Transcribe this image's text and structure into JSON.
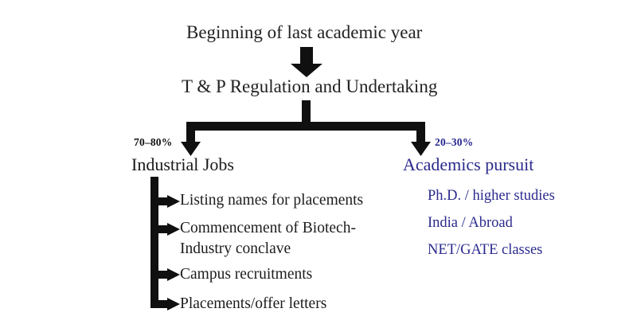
{
  "diagram": {
    "title_top": "Beginning of last academic year",
    "title_second": "T & P Regulation and Undertaking",
    "colors": {
      "ink": "#1a1a1a",
      "accent_blue": "#2b2b8e",
      "background": "#ffffff"
    },
    "branches": {
      "left": {
        "percentage": "70–80%",
        "heading": "Industrial Jobs",
        "items": [
          "Listing names for placements",
          "Commencement of Biotech-",
          "Industry conclave",
          "Campus recruitments",
          "Placements/offer  letters"
        ]
      },
      "right": {
        "percentage": "20–30%",
        "heading": "Academics pursuit",
        "items": [
          "Ph.D. / higher studies",
          "India / Abroad",
          "NET/GATE classes"
        ]
      }
    },
    "connectors": {
      "top_arrow": "down-arrow-icon",
      "split_arrow_left": "down-arrow-icon",
      "split_arrow_right": "down-arrow-icon",
      "list_arrows": "right-arrow-icon"
    }
  }
}
